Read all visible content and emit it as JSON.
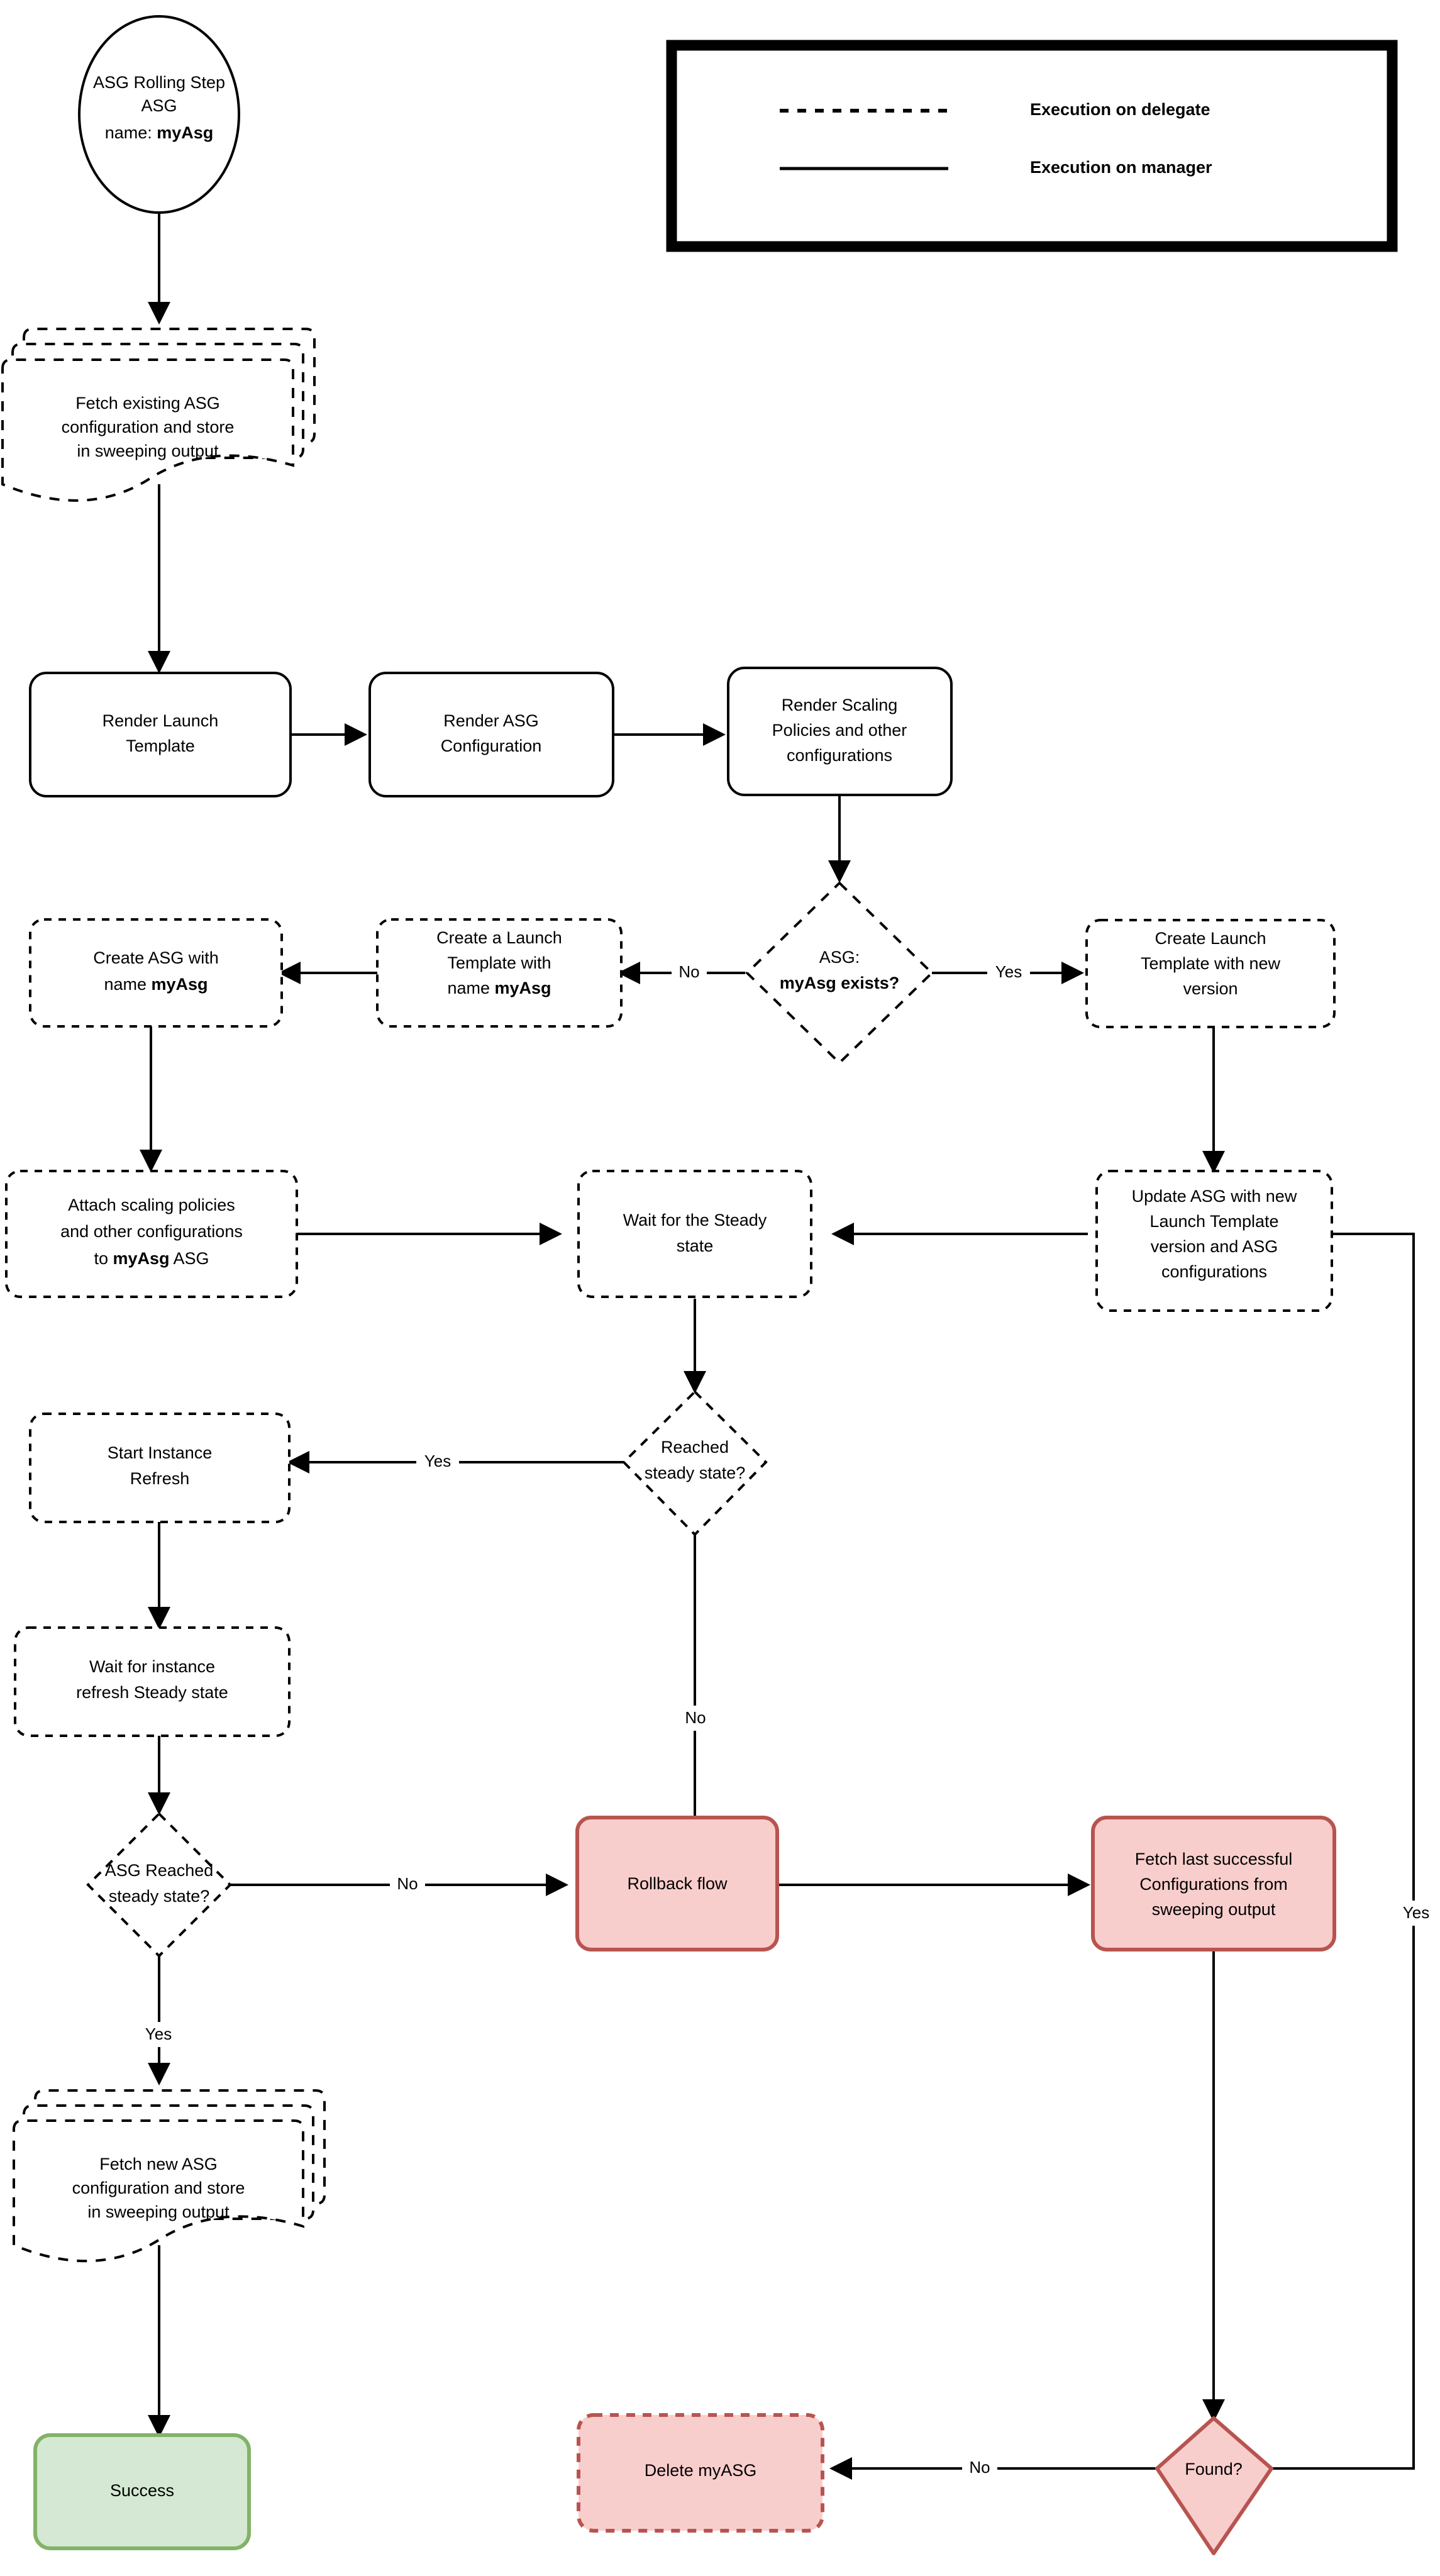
{
  "diagram": {
    "title": "ASG Rolling Step flowchart",
    "colors": {
      "stroke": "#000000",
      "pink_fill": "#f8cecc",
      "pink_stroke": "#b85450",
      "green_fill": "#d5e8d4",
      "green_stroke": "#82b366",
      "background": "#ffffff"
    }
  },
  "legend": {
    "items": [
      {
        "style": "dashed",
        "label": "Execution on delegate"
      },
      {
        "style": "solid",
        "label": "Execution on manager"
      }
    ]
  },
  "nodes": {
    "start": {
      "lines": [
        "ASG Rolling Step",
        "ASG",
        "name: "
      ],
      "bold_suffix": "myAsg"
    },
    "fetch_existing": {
      "lines": [
        "Fetch existing ASG",
        "configuration and store",
        "in sweeping output"
      ]
    },
    "render_launch_template": {
      "lines": [
        "Render Launch",
        "Template"
      ]
    },
    "render_asg_config": {
      "lines": [
        "Render ASG",
        "Configuration"
      ]
    },
    "render_scaling": {
      "lines": [
        "Render Scaling",
        "Policies and other",
        "configurations"
      ]
    },
    "asg_exists": {
      "lines": [
        "ASG:",
        "myAsg exists?"
      ]
    },
    "create_launch_template_new": {
      "lines": [
        "Create Launch",
        "Template with new",
        "version"
      ]
    },
    "create_launch_template_named": {
      "lines": [
        "Create a Launch",
        "Template with",
        "name myAsg"
      ]
    },
    "create_asg": {
      "lines": [
        "Create ASG with",
        "name myAsg"
      ]
    },
    "attach_policies": {
      "lines": [
        "Attach scaling policies",
        "and other configurations",
        "to myAsg ASG"
      ]
    },
    "wait_steady": {
      "lines": [
        "Wait for the Steady",
        "state"
      ]
    },
    "update_asg": {
      "lines": [
        "Update ASG with new",
        "Launch Template",
        "version and ASG",
        "configurations"
      ]
    },
    "reached_steady": {
      "lines": [
        "Reached",
        "steady state?"
      ]
    },
    "start_instance_refresh": {
      "lines": [
        "Start Instance",
        "Refresh"
      ]
    },
    "wait_instance_refresh": {
      "lines": [
        "Wait for instance",
        "refresh Steady state"
      ]
    },
    "asg_reached_steady": {
      "lines": [
        "ASG Reached",
        "steady state?"
      ]
    },
    "rollback_flow": {
      "lines": [
        "Rollback flow"
      ]
    },
    "fetch_last_successful": {
      "lines": [
        "Fetch last successful",
        "Configurations from",
        "sweeping output"
      ]
    },
    "fetch_new_asg": {
      "lines": [
        "Fetch new ASG",
        "configuration and store",
        "in sweeping output"
      ]
    },
    "success": {
      "lines": [
        "Success"
      ]
    },
    "delete_myasg": {
      "lines": [
        "Delete myASG"
      ]
    },
    "found": {
      "lines": [
        "Found?"
      ]
    }
  },
  "edge_labels": {
    "exists_no": "No",
    "exists_yes": "Yes",
    "reached_yes": "Yes",
    "reached_no": "No",
    "asg_reached_no": "No",
    "asg_reached_yes": "Yes",
    "found_no": "No",
    "found_yes": "Yes"
  }
}
